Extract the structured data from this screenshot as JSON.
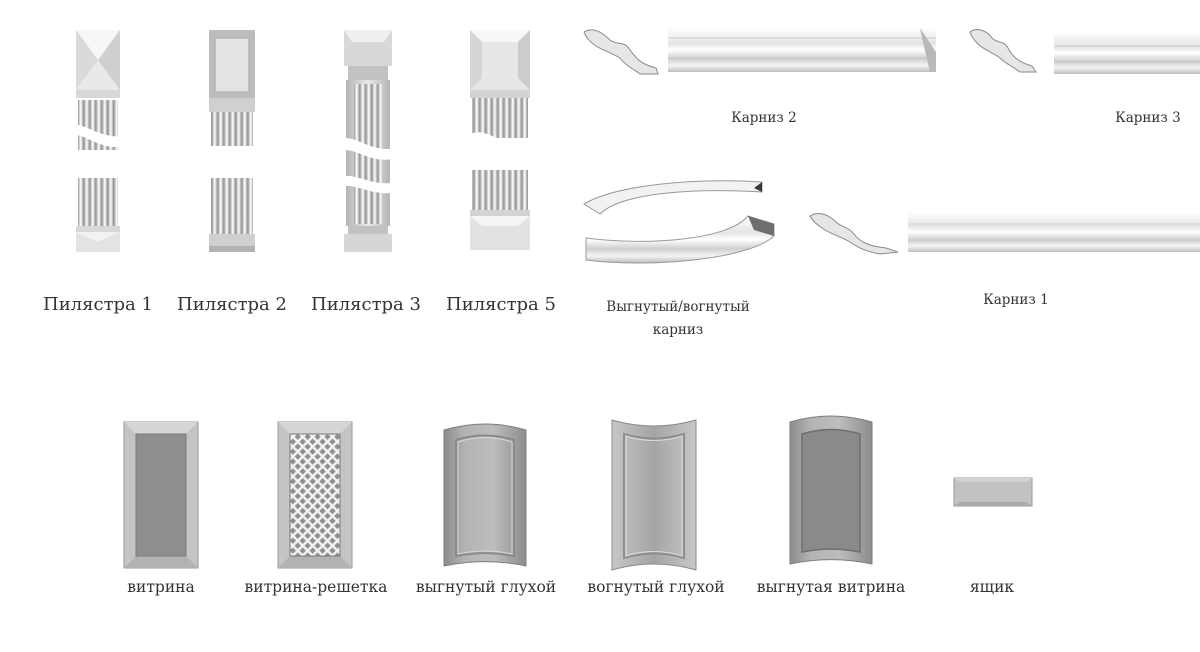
{
  "pilasters": [
    {
      "label": "Пилястра 1"
    },
    {
      "label": "Пилястра 2"
    },
    {
      "label": "Пилястра 3"
    },
    {
      "label": "Пилястра 5"
    }
  ],
  "cornices": {
    "karniz2": {
      "label": "Карниз 2"
    },
    "karniz3": {
      "label": "Карниз 3"
    },
    "bent": {
      "label_line1": "Выгнутый/вогнутый",
      "label_line2": "карниз"
    },
    "karniz1": {
      "label": "Карниз 1"
    }
  },
  "facades": [
    {
      "label": "витрина"
    },
    {
      "label": "витрина-решетка"
    },
    {
      "label": "выгнутый глухой"
    },
    {
      "label": "вогнутый глухой"
    },
    {
      "label": "выгнутая витрина"
    },
    {
      "label": "ящик"
    }
  ],
  "colors": {
    "gray_light": "#c8c8c8",
    "gray_mid": "#9c9c9c",
    "glass": "#8a8a8a",
    "text": "#333333"
  }
}
